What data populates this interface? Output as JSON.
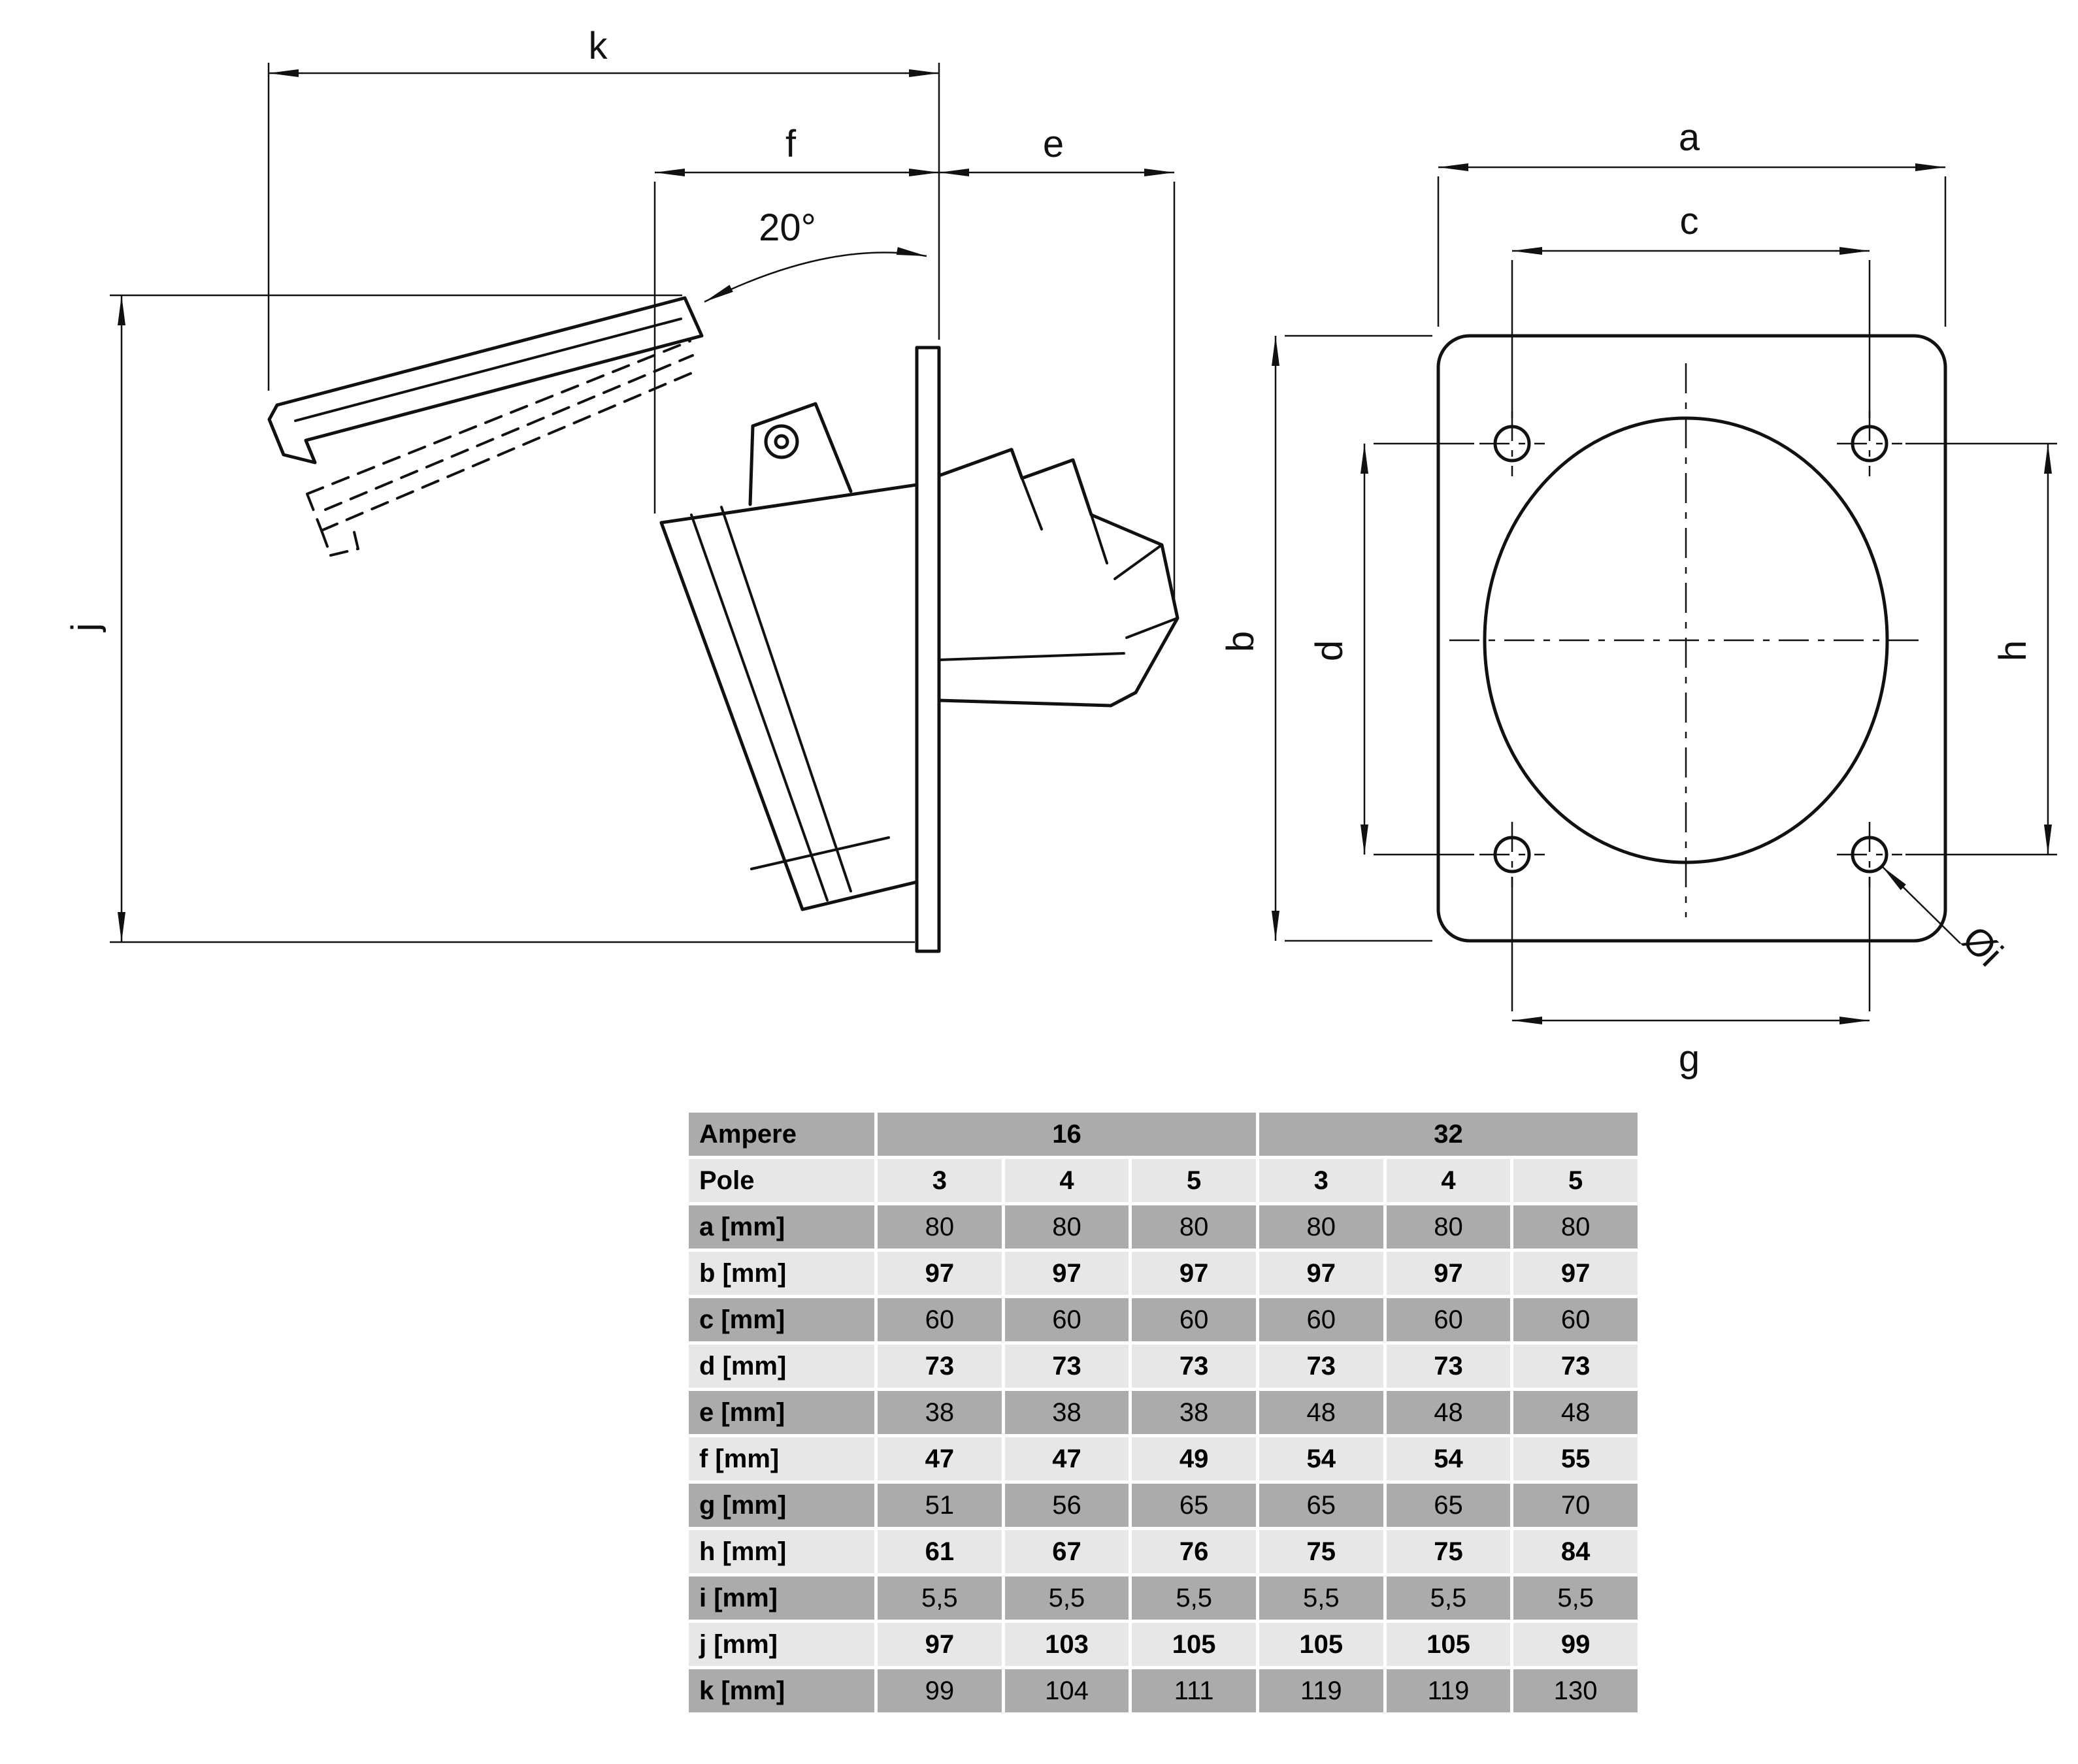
{
  "drawing": {
    "labels": {
      "k": "k",
      "f": "f",
      "e": "e",
      "j": "j",
      "angle": "20°",
      "a": "a",
      "c": "c",
      "b": "b",
      "d": "d",
      "h": "h",
      "g": "g",
      "hole_diameter": "Øi"
    }
  },
  "table": {
    "ampere_label": "Ampere",
    "ampere_groups": [
      "16",
      "32"
    ],
    "pole_label": "Pole",
    "pole_values": [
      "3",
      "4",
      "5",
      "3",
      "4",
      "5"
    ],
    "rows": [
      {
        "label": "a [mm]",
        "values": [
          "80",
          "80",
          "80",
          "80",
          "80",
          "80"
        ]
      },
      {
        "label": "b [mm]",
        "values": [
          "97",
          "97",
          "97",
          "97",
          "97",
          "97"
        ]
      },
      {
        "label": "c [mm]",
        "values": [
          "60",
          "60",
          "60",
          "60",
          "60",
          "60"
        ]
      },
      {
        "label": "d [mm]",
        "values": [
          "73",
          "73",
          "73",
          "73",
          "73",
          "73"
        ]
      },
      {
        "label": "e [mm]",
        "values": [
          "38",
          "38",
          "38",
          "48",
          "48",
          "48"
        ]
      },
      {
        "label": "f [mm]",
        "values": [
          "47",
          "47",
          "49",
          "54",
          "54",
          "55"
        ]
      },
      {
        "label": "g [mm]",
        "values": [
          "51",
          "56",
          "65",
          "65",
          "65",
          "70"
        ]
      },
      {
        "label": "h [mm]",
        "values": [
          "61",
          "67",
          "76",
          "75",
          "75",
          "84"
        ]
      },
      {
        "label": "i [mm]",
        "values": [
          "5,5",
          "5,5",
          "5,5",
          "5,5",
          "5,5",
          "5,5"
        ]
      },
      {
        "label": "j [mm]",
        "values": [
          "97",
          "103",
          "105",
          "105",
          "105",
          "99"
        ]
      },
      {
        "label": "k [mm]",
        "values": [
          "99",
          "104",
          "111",
          "119",
          "119",
          "130"
        ]
      }
    ]
  }
}
